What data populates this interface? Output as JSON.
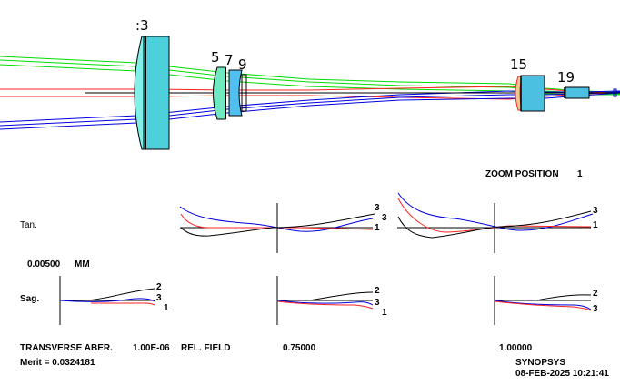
{
  "lens_layout": {
    "element_labels": [
      ":3",
      "5",
      "7",
      "9",
      "15",
      "19"
    ],
    "colors": {
      "ray_field1": "#ff2020",
      "ray_field2": "#00dd00",
      "ray_field3": "#0000e0",
      "axis": "#000000",
      "glass_light": "#80f0e8",
      "glass_mid": "#4cd0dc",
      "glass_green": "#70e8c0",
      "glass_blue": "#50c0f0"
    }
  },
  "header": {
    "zoom_label": "ZOOM POSITION",
    "zoom_value": "1"
  },
  "plots": {
    "tan_label": "Tan.",
    "sag_label": "Sag.",
    "scale_value": "0.00500",
    "scale_unit": "MM",
    "tan_curve_labels_mid": [
      "3",
      "3",
      "1"
    ],
    "tan_curve_labels_right": [
      "3",
      "1"
    ],
    "sag_curve_labels_left": [
      "2",
      "3",
      "1"
    ],
    "sag_curve_labels_mid": [
      "2",
      "3",
      "1"
    ],
    "sag_curve_labels_right": [
      "2",
      "3"
    ]
  },
  "footer": {
    "transverse_label": "TRANSVERSE ABER.",
    "transverse_value": "1.00E-06",
    "rel_field_label": "REL. FIELD",
    "field_mid": "0.75000",
    "field_right": "1.00000",
    "merit": "Merit = 0.0324181",
    "brand": "SYNOPSYS",
    "timestamp": "08-FEB-2025 10:21:41"
  }
}
